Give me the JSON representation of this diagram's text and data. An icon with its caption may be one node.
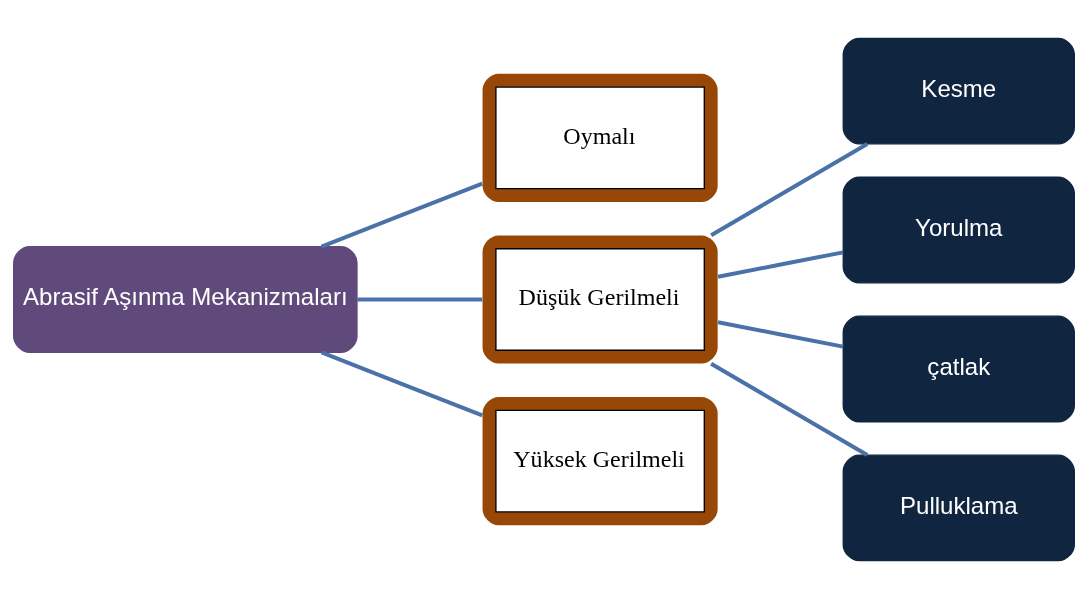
{
  "diagram": {
    "nodes": [
      {
        "text": [
          "Abrasif Aşınma Mekanizmaları"
        ]
      },
      {
        "text": [
          "Oymalı"
        ]
      },
      {
        "text": [
          "Düşük Gerilmeli"
        ]
      },
      {
        "text": [
          "Yüksek Gerilmeli"
        ]
      },
      {
        "text": [
          "Kesme"
        ]
      },
      {
        "text": [
          "Yorulma"
        ]
      },
      {
        "text": [
          "çatlak"
        ]
      },
      {
        "text": [
          "Pulluklama"
        ]
      }
    ],
    "edges": [
      {
        "from": 0,
        "to": 1,
        "arrow": "none"
      },
      {
        "from": 0,
        "to": 2,
        "arrow": "none"
      },
      {
        "from": 0,
        "to": 3,
        "arrow": "none"
      },
      {
        "from": 2,
        "to": 4,
        "arrow": "none"
      },
      {
        "from": 2,
        "to": 5,
        "arrow": "none"
      },
      {
        "from": 2,
        "to": 6,
        "arrow": "none"
      },
      {
        "from": 2,
        "to": 7,
        "arrow": "none"
      }
    ]
  }
}
